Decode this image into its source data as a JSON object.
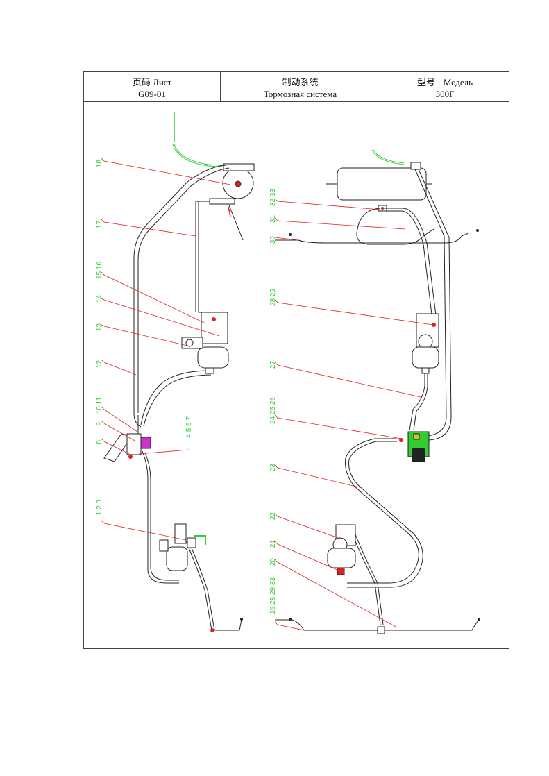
{
  "header": {
    "page_label": "页码 Лист",
    "page_number": "G09-01",
    "system_cn": "制动系统",
    "system_ru": "Тормозная система",
    "model_cn": "型号",
    "model_ru": "Модель",
    "model_value": "300F"
  },
  "callouts_left": [
    {
      "id": "18",
      "text": "18"
    },
    {
      "id": "17",
      "text": "17"
    },
    {
      "id": "15-16",
      "text": "15 16"
    },
    {
      "id": "14",
      "text": "14"
    },
    {
      "id": "13",
      "text": "13"
    },
    {
      "id": "12",
      "text": "12"
    },
    {
      "id": "10-11",
      "text": "10 11"
    },
    {
      "id": "9",
      "text": "9"
    },
    {
      "id": "8",
      "text": "8"
    },
    {
      "id": "4-7",
      "text": "4 5 6 7"
    },
    {
      "id": "1-3",
      "text": "1 2 3"
    }
  ],
  "callouts_right": [
    {
      "id": "32-33",
      "text": "32 33"
    },
    {
      "id": "31",
      "text": "31"
    },
    {
      "id": "30",
      "text": "30"
    },
    {
      "id": "28-29",
      "text": "28 29"
    },
    {
      "id": "27",
      "text": "27"
    },
    {
      "id": "24-26",
      "text": "24 25 26"
    },
    {
      "id": "23",
      "text": "23"
    },
    {
      "id": "22",
      "text": "22"
    },
    {
      "id": "21",
      "text": "21"
    },
    {
      "id": "20",
      "text": "20"
    },
    {
      "id": "19-33",
      "text": "19 28 29 33"
    }
  ],
  "colors": {
    "callout_text": "#33cc33",
    "leader_line": "#e02020",
    "drawing_line": "#222222",
    "hose_green": "#33cc33"
  }
}
